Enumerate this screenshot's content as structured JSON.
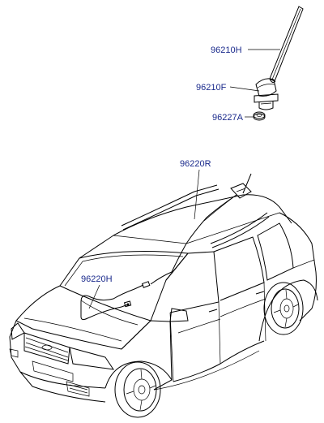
{
  "labels": {
    "mast": "96210H",
    "base": "96210F",
    "nut": "96227A",
    "rear_cable": "96220R",
    "front_cable": "96220H"
  },
  "colors": {
    "callout_text": "#1a2a8c",
    "linework": "#000000",
    "background": "#ffffff"
  }
}
